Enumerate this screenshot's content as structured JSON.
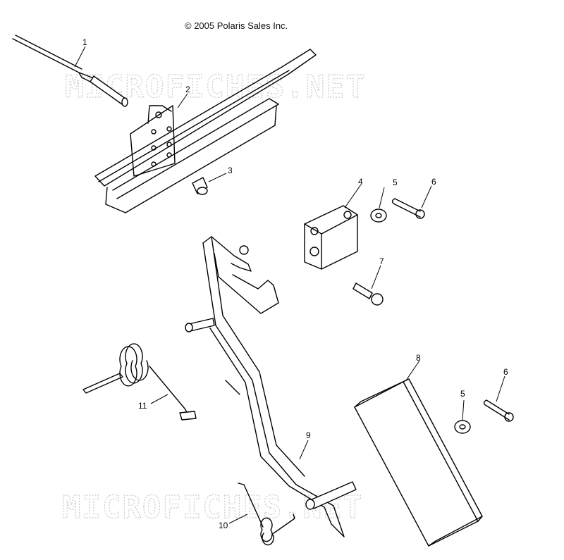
{
  "copyright": "© 2005 Polaris Sales Inc.",
  "watermark": "MICROFICHES.NET",
  "callouts": {
    "c1": "1",
    "c2": "2",
    "c3": "3",
    "c4": "4",
    "c5a": "5",
    "c6a": "6",
    "c7": "7",
    "c8": "8",
    "c5b": "5",
    "c6b": "6",
    "c9": "9",
    "c10": "10",
    "c11": "11"
  }
}
